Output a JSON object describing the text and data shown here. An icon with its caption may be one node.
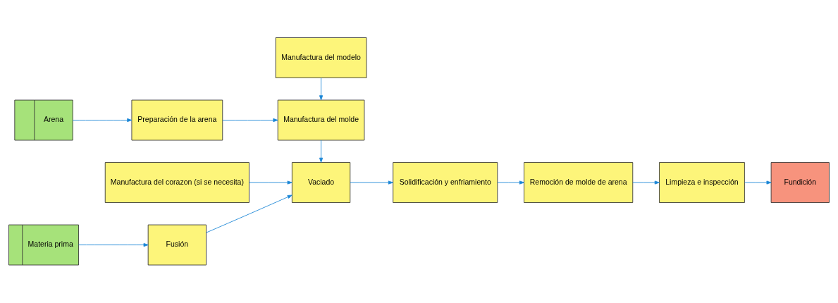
{
  "diagram": {
    "nodes": [
      {
        "text": [
          "Manufactura del corazon (si se necesita)"
        ]
      },
      {
        "text": [
          "Manufactura del modelo"
        ]
      },
      {
        "text": [
          "Arena"
        ]
      },
      {
        "text": [
          "Preparación de la arena"
        ]
      },
      {
        "text": [
          "Manufactura del molde"
        ]
      },
      {
        "text": [
          "Materia prima"
        ]
      },
      {
        "text": [
          "Fusión"
        ]
      },
      {
        "text": [
          "Vaciado"
        ]
      },
      {
        "text": [
          "Solidificación y enfriamiento"
        ]
      },
      {
        "text": [
          "Remoción de molde de arena"
        ]
      },
      {
        "text": [
          "Limpieza e inspección"
        ]
      },
      {
        "text": [
          "Fundición"
        ]
      }
    ],
    "edges": [
      {
        "from": 2,
        "to": 3,
        "arrow": "to"
      },
      {
        "from": 3,
        "to": 4,
        "arrow": "to"
      },
      {
        "from": 1,
        "to": 4,
        "arrow": "to"
      },
      {
        "from": 0,
        "to": 7,
        "arrow": "to"
      },
      {
        "from": 4,
        "to": 7,
        "arrow": "to"
      },
      {
        "from": 5,
        "to": 6,
        "arrow": "to"
      },
      {
        "from": 6,
        "to": 7,
        "arrow": "to"
      },
      {
        "from": 7,
        "to": 8,
        "arrow": "to"
      },
      {
        "from": 8,
        "to": 9,
        "arrow": "to"
      },
      {
        "from": 9,
        "to": 10,
        "arrow": "to"
      },
      {
        "from": 10,
        "to": 11,
        "arrow": "to"
      }
    ]
  }
}
